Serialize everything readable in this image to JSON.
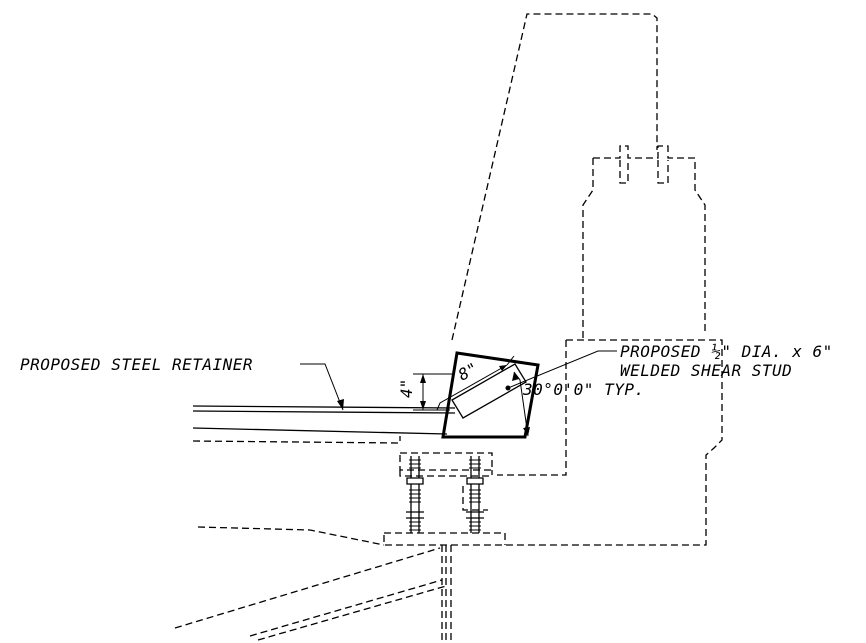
{
  "labels": {
    "retainer": "PROPOSED STEEL RETAINER",
    "stud_line1": "PROPOSED ½\" DIA. x 6\"",
    "stud_line2": "WELDED SHEAR STUD",
    "angle": "30°0'0\" TYP."
  },
  "dimensions": {
    "height": "4\"",
    "length": "8\""
  }
}
